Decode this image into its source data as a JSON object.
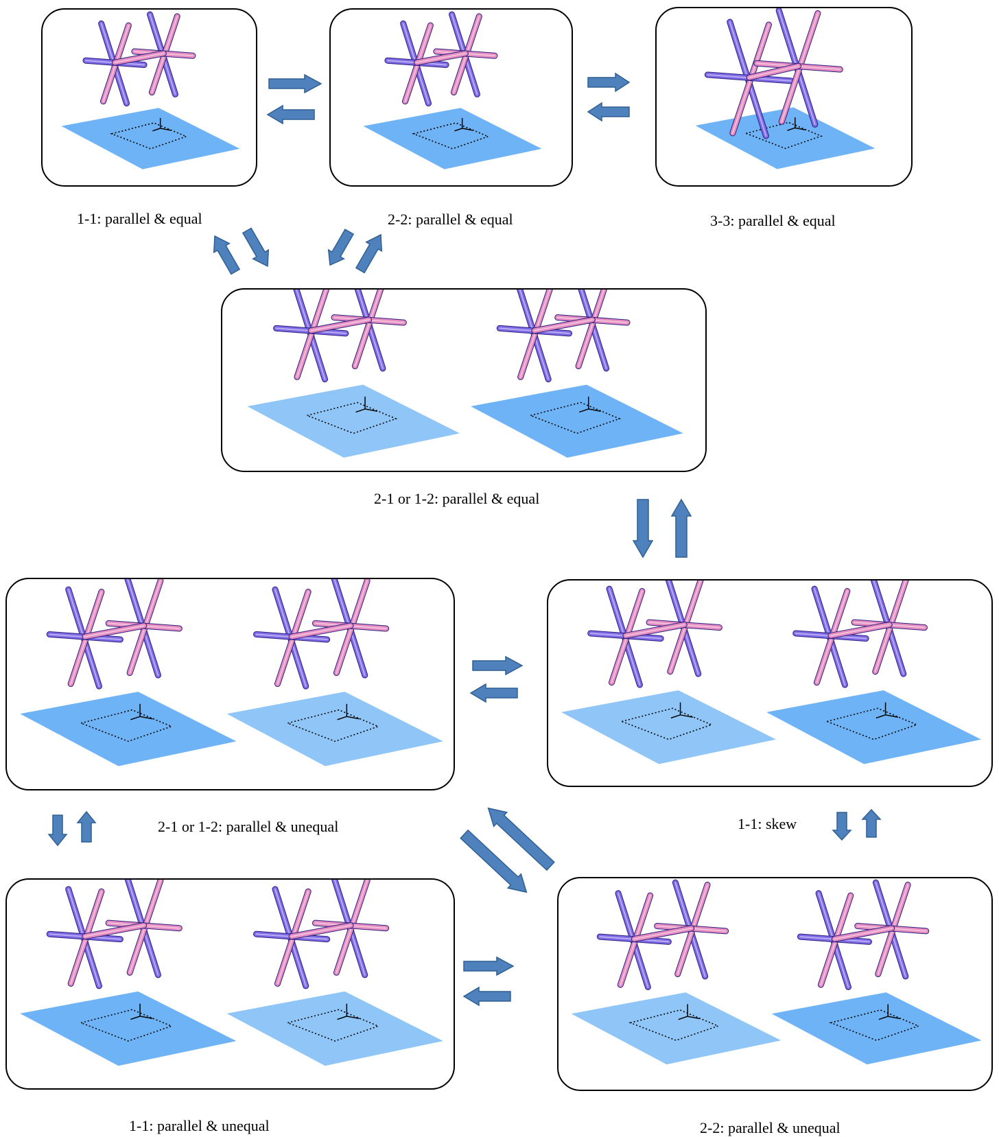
{
  "captions": {
    "p11_equal": "1-1: parallel & equal",
    "p22_equal": "2-2: parallel & equal",
    "p33_equal": "3-3: parallel & equal",
    "p2112_equal": "2-1 or 1-2: parallel & equal",
    "p2112_unequal": "2-1 or 1-2: parallel & unequal",
    "p11_skew": "1-1: skew",
    "p11_unequal": "1-1: parallel & unequal",
    "p22_unequal": "2-2: parallel & unequal"
  },
  "colors": {
    "plane": "#6db3f5",
    "plane_light": "#8fc6f7",
    "rod_blue": "#7f6ae6",
    "rod_pink": "#e58cc0",
    "arrow_fill": "#4f81bd",
    "arrow_stroke": "#2f5f93"
  },
  "icons": [
    "stick-model-3d",
    "block-arrow"
  ]
}
